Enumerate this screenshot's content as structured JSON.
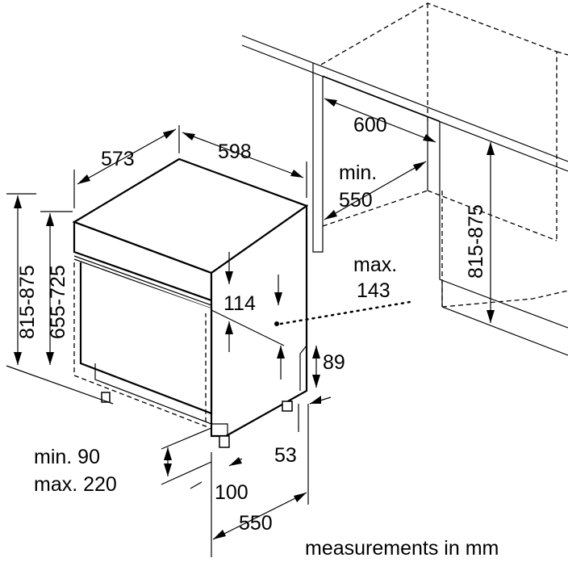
{
  "diagram": {
    "labels": {
      "width_598": "598",
      "depth_573": "573",
      "niche_600": "600",
      "niche_min": "min.",
      "niche_550": "550",
      "niche_height": "815-875",
      "height_815_875": "815-875",
      "height_655_725": "655-725",
      "panel_114": "114",
      "max_label": "max.",
      "max_143": "143",
      "plinth_89": "89",
      "foot_53": "53",
      "foot_100": "100",
      "depth_550": "550",
      "plinth_min": "min. 90",
      "plinth_max": "max. 220",
      "units_note": "measurements in mm"
    }
  }
}
